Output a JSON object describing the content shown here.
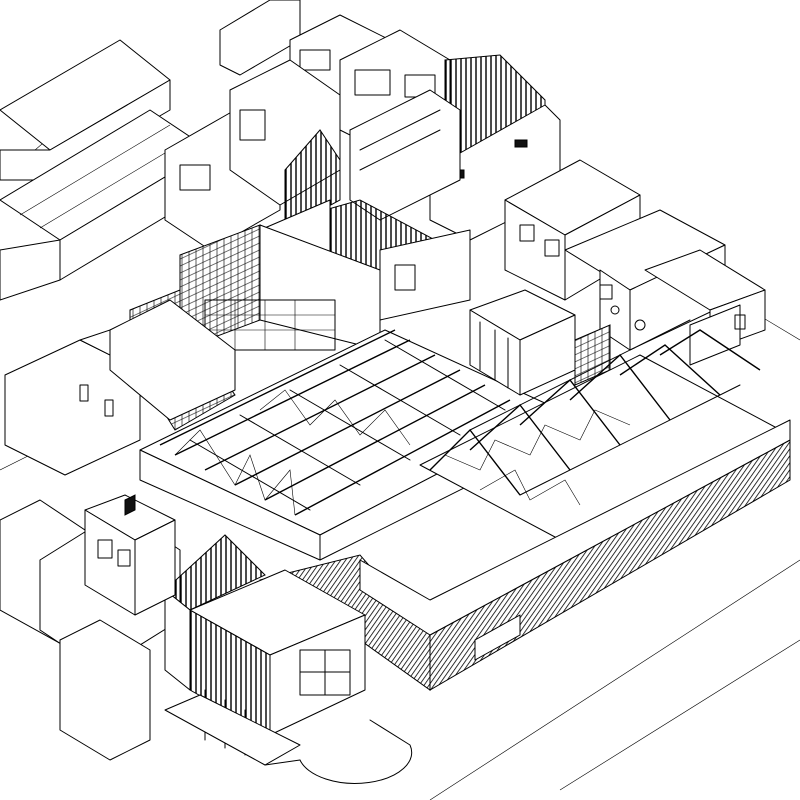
{
  "drawing": {
    "type": "isometric-architectural-line-drawing",
    "colors": {
      "line": "#000000",
      "background": "#ffffff",
      "hatch": "#000000"
    },
    "elements": [
      "neighbouring-buildings",
      "rear-houses",
      "gable-roof-building",
      "grid-facade-hall",
      "truss-roof-hall",
      "sawtooth-truss-roof",
      "hatched-perimeter-wall",
      "entrance-pavilion",
      "street-houses",
      "circular-forecourt"
    ]
  }
}
